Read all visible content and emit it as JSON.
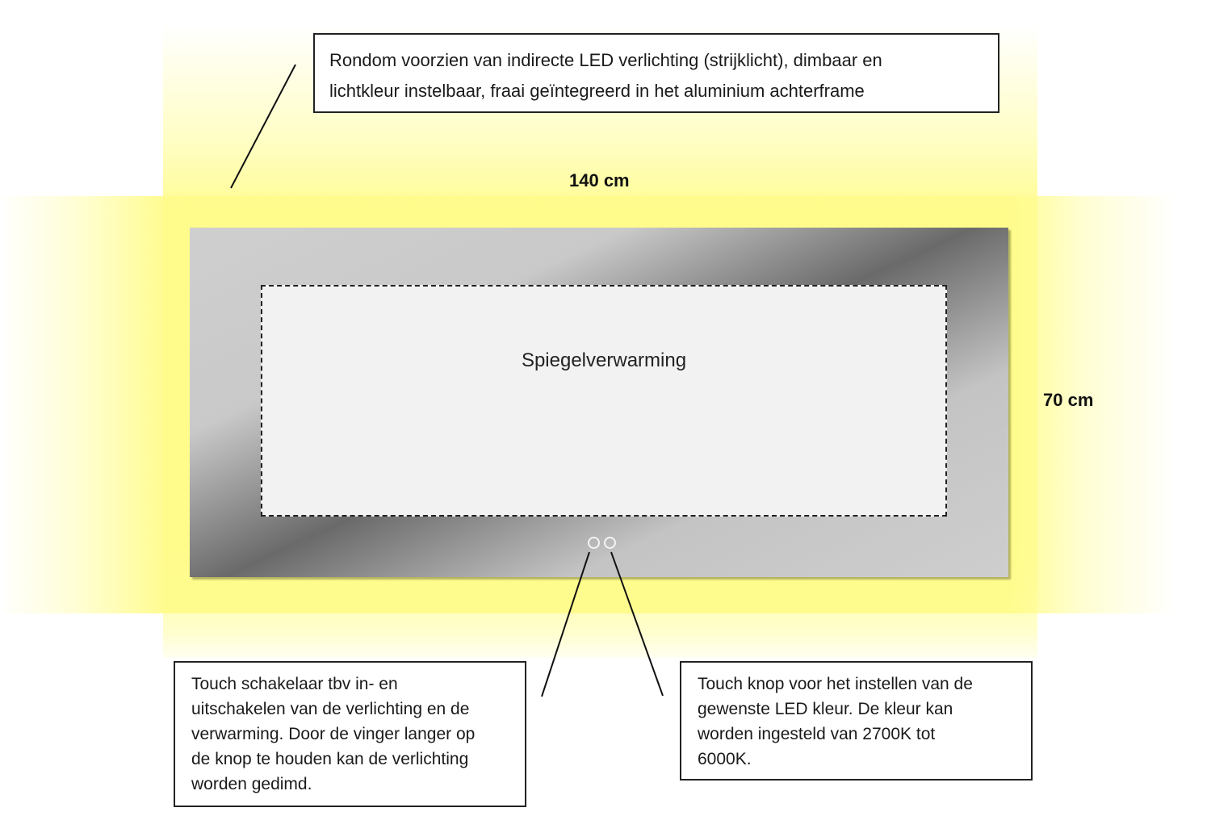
{
  "diagram": {
    "subject": "LED mirror with mirror heating",
    "dimensions": {
      "width_label": "140 cm",
      "height_label": "70 cm"
    },
    "heating_zone": {
      "label": "Spiegelverwarming"
    },
    "touch_buttons": [
      {
        "id": "power-dim"
      },
      {
        "id": "color-temp"
      }
    ],
    "callouts": {
      "top": {
        "lines": [
          "Rondom voorzien van indirecte LED verlichting (strijklicht), dimbaar en",
          "lichtkleur instelbaar, fraai geïntegreerd in het aluminium achterframe"
        ]
      },
      "left": {
        "lines": [
          "Touch schakelaar tbv in- en",
          "uitschakelen van de verlichting en de",
          "verwarming. Door de vinger langer op",
          "de knop te houden kan de verlichting",
          "worden gedimd."
        ]
      },
      "right": {
        "lines": [
          "Touch knop voor het instellen van de",
          "gewenste LED kleur. De kleur kan",
          "worden ingesteld van 2700K tot",
          "6000K."
        ]
      }
    },
    "colors": {
      "glow": "#FFFC8C",
      "frame_light": "#CFCFCF",
      "frame_dark": "#6A6A6A",
      "heating_zone": "#F2F2F2",
      "outline": "#222222"
    }
  }
}
